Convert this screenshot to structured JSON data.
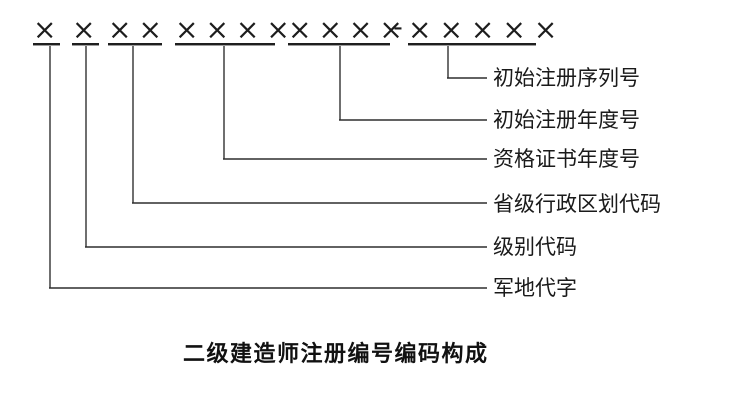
{
  "colors": {
    "ink": "#1d1d1d",
    "stem_line": "#6f6f6f",
    "callout_line": "#2e2e2e"
  },
  "diagram": {
    "code_groups": [
      "×",
      "×",
      "××",
      "××××",
      "××××",
      "×××××"
    ],
    "separator": "-",
    "callouts": [
      "初始注册序列号",
      "初始注册年度号",
      "资格证书年度号",
      "省级行政区划代码",
      "级别代码",
      "军地代字"
    ],
    "caption": "二级建造师注册编号编码构成"
  }
}
